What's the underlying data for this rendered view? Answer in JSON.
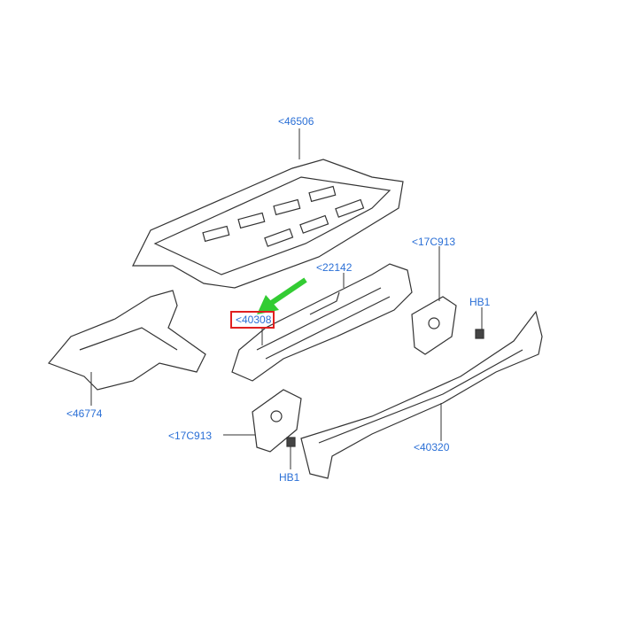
{
  "diagram": {
    "label_color": "#2a6fd6",
    "highlight_color": "#e02020",
    "arrow_color": "#33cc33",
    "callouts": [
      {
        "id": "rear-floor-pan",
        "text": "<46506"
      },
      {
        "id": "bracket-upper",
        "text": "<22142"
      },
      {
        "id": "bracket-right",
        "text": "<17C913"
      },
      {
        "id": "bolt-right",
        "text": "HB1"
      },
      {
        "id": "crossmember",
        "text": "<40308",
        "highlighted": true
      },
      {
        "id": "side-floor",
        "text": "<46774"
      },
      {
        "id": "bracket-left",
        "text": "<17C913"
      },
      {
        "id": "bolt-left",
        "text": "HB1"
      },
      {
        "id": "rear-panel",
        "text": "<40320"
      }
    ]
  }
}
